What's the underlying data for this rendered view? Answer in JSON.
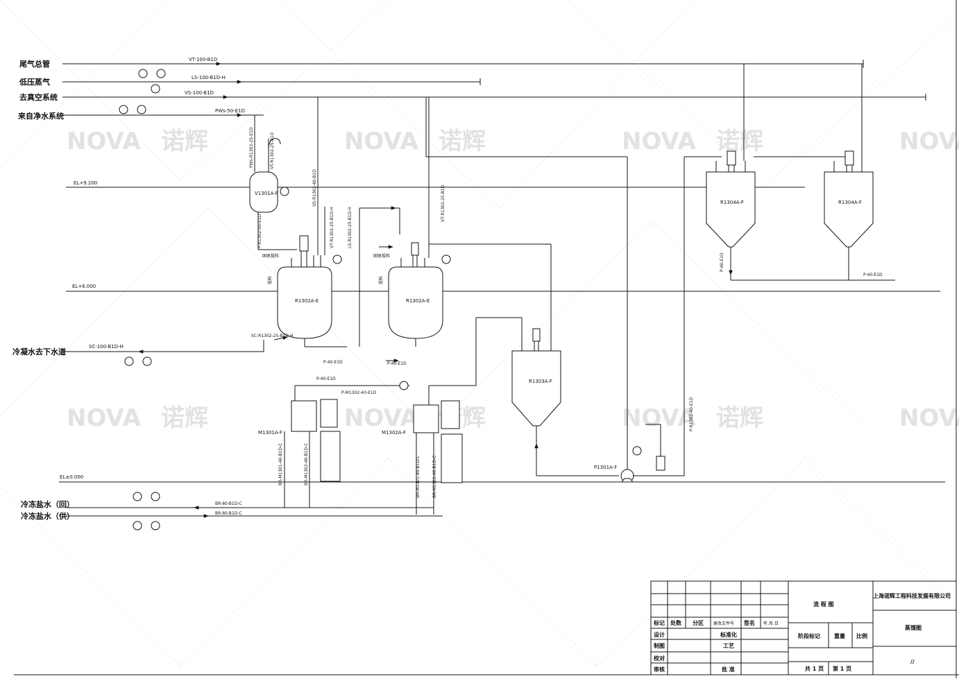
{
  "streams": {
    "tail_gas": "尾气总管",
    "low_steam": "低压蒸气",
    "vacuum": "去真空系统",
    "clean_water": "来自净水系统",
    "condensate": "冷凝水去下水道",
    "brine_return": "冷冻盐水（回）",
    "brine_supply": "冷冻盐水（供）"
  },
  "pipes": {
    "vt": "VT-100-B1D",
    "ls": "LS-100-B1D-H",
    "vs": "VS-100-B1D",
    "pw": "PWs-50-E1D",
    "sc": "SC-100-B1D-H",
    "brs": "BR-80-B1D-C",
    "brr": "BR-80-B1D-C",
    "p40a": "P-40-E1D",
    "p40b": "P-40-E1D",
    "p40c": "P-40-E1D",
    "p40d": "P-40-E1D",
    "p40e": "P-40-E1D",
    "pm": "P-M1302-40-E1D",
    "v1": "PWs-R1302-25-E1D",
    "v2": "VT-R1302-25-B1D",
    "v3": "P-R1302-50-E1D",
    "v4": "VS-R1302-40-B1D",
    "v5": "VT-R1302-25-B1D-H",
    "v6": "LS-R1302-25-B1D-H",
    "v7": "VT-R1302-25-B1D",
    "v8": "P-R1302-40-E1D",
    "sc2": "SC-R1302-25-B1D-H",
    "br1": "BR-M1301-40-B1D-C",
    "br2": "BR-M1302-40-B1D-C",
    "br3": "BR-M1301-40-B1D-C",
    "br4": "BR-M1302-40-B1D-C"
  },
  "elevations": {
    "el9": "EL+9.200",
    "el6": "EL+6.000",
    "el0": "EL±0.000"
  },
  "equipment": {
    "v1301": "V1301A-F",
    "r1302a": "R1302A-E",
    "r1302b": "R1302A-E",
    "r1303": "R1303A-F",
    "r1304a": "R1304A-F",
    "r1304b": "R1304A-F",
    "m1301": "M1301A-F",
    "m1302": "M1302A-F",
    "p1301": "P1301A-F"
  },
  "notes": {
    "solid1": "固体投料",
    "solid2": "固体投料",
    "feed1": "投料",
    "feed2": "投料"
  },
  "watermark": {
    "brand": "NOVA",
    "cn": "诺辉"
  },
  "title_block": {
    "company": "上海诺辉工程科技发展有限公司",
    "drawing": "流 程 图",
    "drawing_name": "蒸馏图",
    "mark": "标记",
    "count": "处数",
    "zone": "分区",
    "change_doc": "更改文件号",
    "signature": "签名",
    "date": "年.月.日",
    "design": "设计",
    "standard": "标准化",
    "draw": "制图",
    "process": "工艺",
    "check": "校对",
    "review": "审核",
    "approve": "批 准",
    "stage": "阶段标记",
    "weight": "重量",
    "scale": "比例",
    "sheets": "共 1 页",
    "sheet": "第 1 页",
    "slash": "//"
  }
}
